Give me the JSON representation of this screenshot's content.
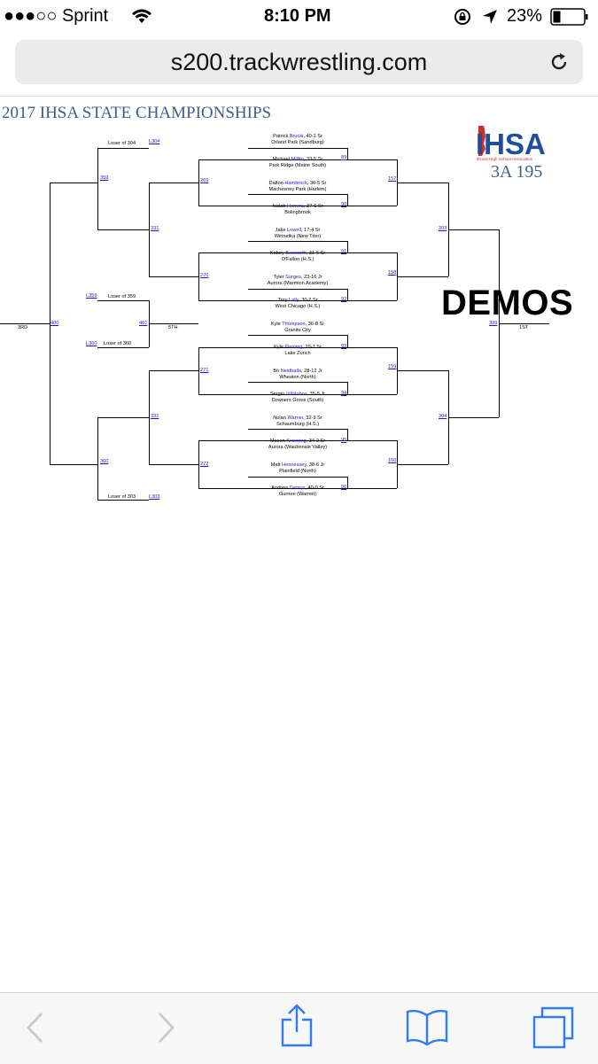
{
  "status_bar": {
    "carrier": "●●●○○ Sprint",
    "time": "8:10 PM",
    "battery_percent": "23%"
  },
  "browser": {
    "url": "s200.trackwrestling.com"
  },
  "page": {
    "title": "2017 IHSA STATE CHAMPIONSHIPS",
    "weight_class": "3A 195",
    "overlay_text": "DEMOS",
    "logo_text": "IHSA",
    "logo_subtitle": "Illinois High School Association"
  },
  "wrestlers": [
    {
      "first": "Patrick",
      "last": "Brucki",
      "record": ", 40-1 Sr",
      "school": "Orland Park (Sandburg)"
    },
    {
      "first": "Michael",
      "last": "Millito",
      "record": ", 33-5 Sr",
      "school": "Park Ridge (Maine South)"
    },
    {
      "first": "Dalton",
      "last": "Hambrock",
      "record": ", 30-5 Sr",
      "school": "Machesney Park (Harlem)"
    },
    {
      "first": "Isaiah",
      "last": "Herrera",
      "record": ", 37-6 Sr",
      "school": "Bolingbrook"
    },
    {
      "first": "Jake",
      "last": "Lowell",
      "record": ", 17-4 Sr",
      "school": "Winnetka (New Trier)"
    },
    {
      "first": "Kobey",
      "last": "Bosworth",
      "record": ", 31-6 Sr",
      "school": "O'Fallon (H.S.)"
    },
    {
      "first": "Tyler",
      "last": "Surges",
      "record": ", 23-16 Jr",
      "school": "Aurora (Marmion Academy)"
    },
    {
      "first": "Trey",
      "last": "Lally",
      "record": ", 30-2 Sr",
      "school": "West Chicago (H.S.)"
    },
    {
      "first": "Kyle",
      "last": "Thompson",
      "record": ", 36-8 Sr",
      "school": "Granite City"
    },
    {
      "first": "Kyle",
      "last": "Fleming",
      "record": ", 29-7 Sr",
      "school": "Lake Zurich"
    },
    {
      "first": "Bo",
      "last": "Neidballa",
      "record": ", 28-12 Jr",
      "school": "Wheaton (North)"
    },
    {
      "first": "Sergio",
      "last": "Villalobos",
      "record": ", 35-5 Jr",
      "school": "Downers Grove (South)"
    },
    {
      "first": "Nolan",
      "last": "Warner",
      "record": ", 32-9 Sr",
      "school": "Schaumburg (H.S.)"
    },
    {
      "first": "Mason",
      "last": "Kroening",
      "record": ", 34-2 Sr",
      "school": "Aurora (Waubonsie Valley)"
    },
    {
      "first": "Matt",
      "last": "Hennessey",
      "record": ", 38-6 Jr",
      "school": "Plainfield (North)"
    },
    {
      "first": "Andrew",
      "last": "Demos",
      "record": ", 40-0 Sr",
      "school": "Gurnee (Warren)"
    }
  ],
  "bouts": {
    "b89": "89",
    "b90": "90",
    "b91": "91",
    "b92": "92",
    "b93": "93",
    "b94": "94",
    "b95": "95",
    "b96": "96",
    "b157": "157",
    "b158": "158",
    "b159": "159",
    "b160": "160",
    "b303": "303",
    "b304": "304",
    "b399": "399",
    "b269": "269",
    "b270": "270",
    "b271": "271",
    "b272": "272",
    "b331": "331",
    "b332": "332",
    "b359": "359",
    "b360": "360",
    "b400": "400",
    "b401": "401",
    "l304": "L304",
    "l303": "L303",
    "l359": "L359",
    "l360": "L360"
  },
  "labels": {
    "loser_304": "Loser of 304",
    "loser_303": "Loser of 303",
    "loser_359": "Loser of 359",
    "loser_360": "Loser of 360",
    "place_1st": "1ST",
    "place_3rd": "3RD",
    "place_5th": "5TH"
  },
  "colors": {
    "title_blue": "#3c5f8c",
    "link_blue": "#1a1acc",
    "ihsa_blue": "#1f4f9a",
    "ihsa_red": "#c8322a",
    "ios_blue": "#2f7cf6"
  }
}
